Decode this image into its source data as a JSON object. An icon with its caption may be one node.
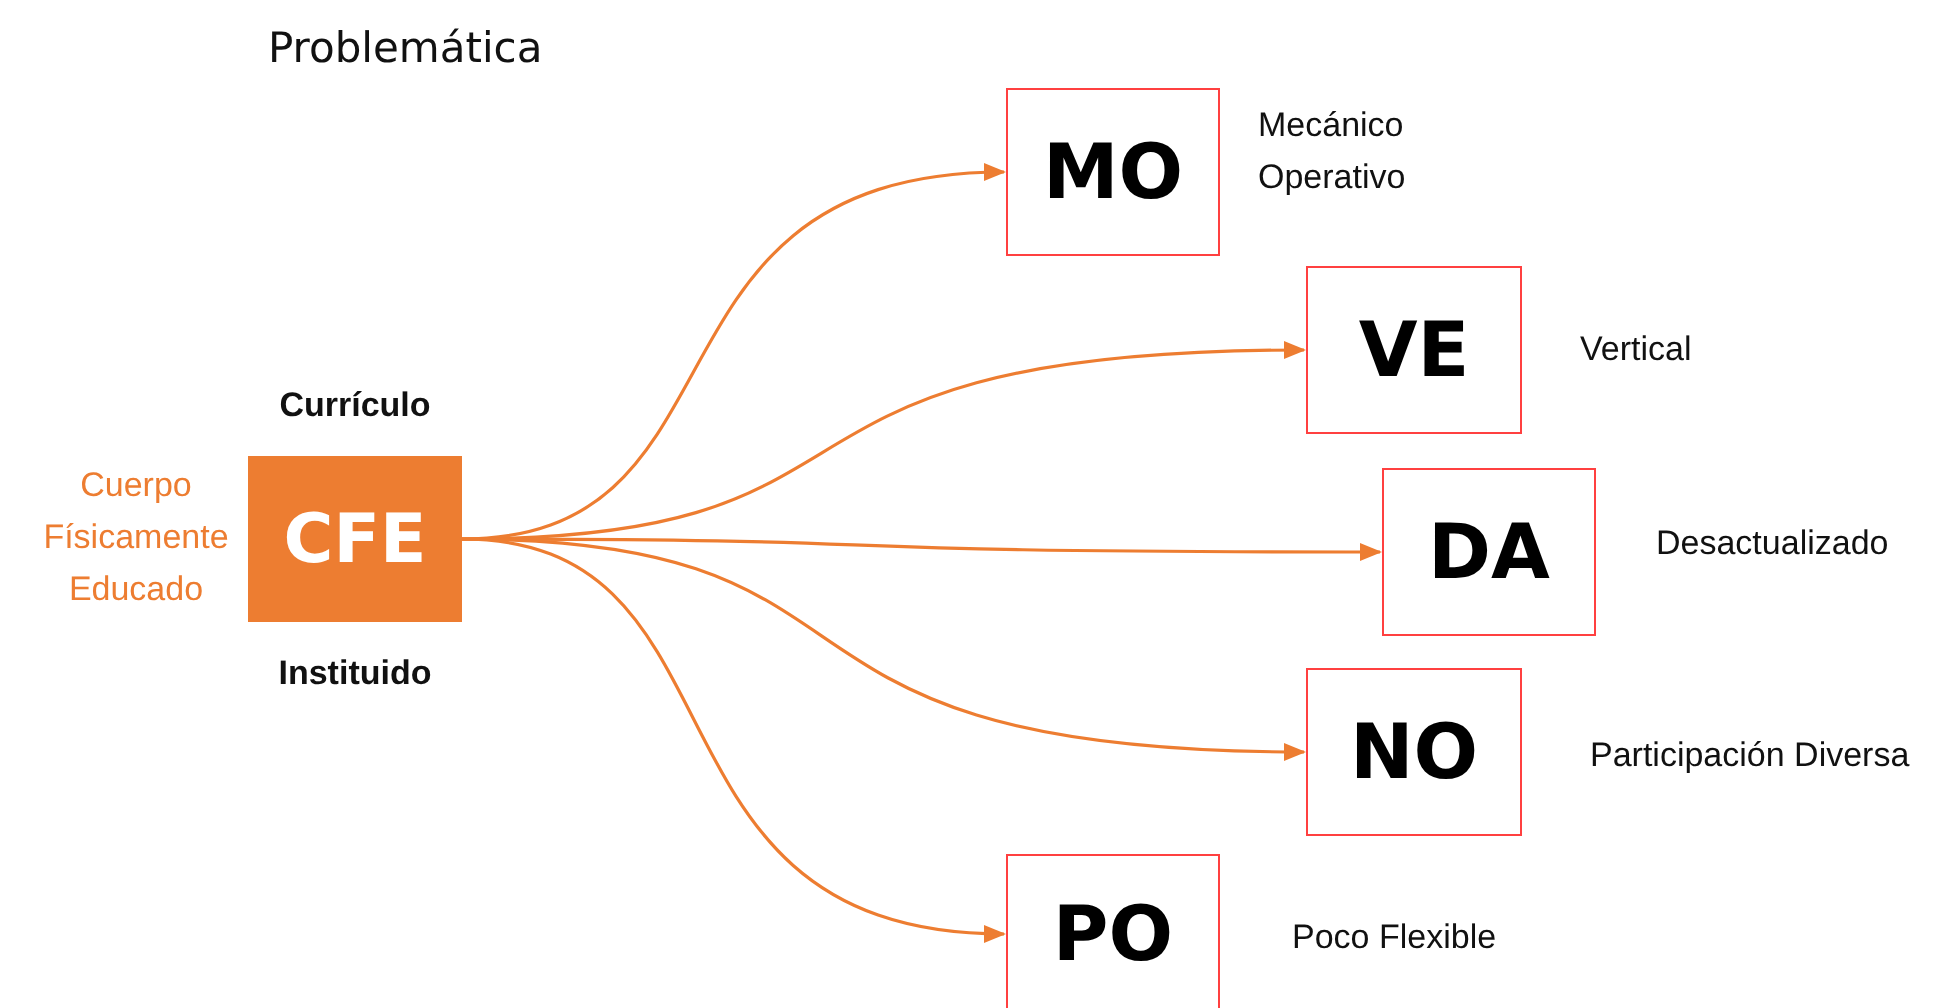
{
  "diagram": {
    "title": "Problemática",
    "nodes": [
      {
        "text": [
          "CFE"
        ],
        "beside": [
          "Currículo",
          "Cuerpo Físicamente Educado",
          "Instituido"
        ]
      },
      {
        "text": [
          "MO"
        ],
        "beside": [
          "Mecánico Operativo"
        ]
      },
      {
        "text": [
          "VE"
        ],
        "beside": [
          "Vertical"
        ]
      },
      {
        "text": [
          "DA"
        ],
        "beside": [
          "Desactualizado"
        ]
      },
      {
        "text": [
          "NO"
        ],
        "beside": [
          "Participación Diversa"
        ]
      },
      {
        "text": [
          "PO"
        ],
        "beside": [
          "Poco Flexible"
        ]
      }
    ],
    "edges": [
      {
        "from": 0,
        "to": 1,
        "arrow": "to"
      },
      {
        "from": 0,
        "to": 2,
        "arrow": "to"
      },
      {
        "from": 0,
        "to": 3,
        "arrow": "to"
      },
      {
        "from": 0,
        "to": 4,
        "arrow": "to"
      },
      {
        "from": 0,
        "to": 5,
        "arrow": "to"
      }
    ]
  }
}
